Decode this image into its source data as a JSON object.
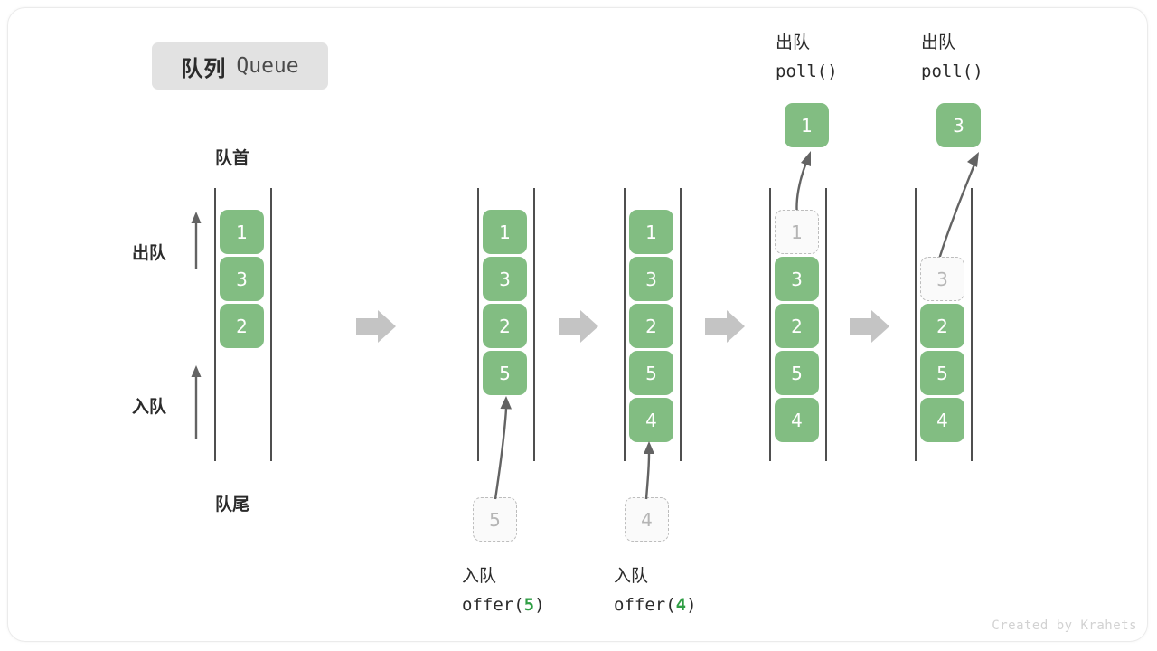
{
  "title": {
    "cn": "队列",
    "en": "Queue"
  },
  "labels": {
    "front": "队首",
    "rear": "队尾",
    "dequeue": "出队",
    "enqueue": "入队"
  },
  "colors": {
    "element_green": "#82bd82",
    "ghost_fill": "#fafafa",
    "ghost_border": "#bdbdbd",
    "rail": "#4f4f4f",
    "step_arrow": "#c4c4c4",
    "motion_arrow": "#636363",
    "badge_bg": "#e2e2e2",
    "code_highlight": "#2f9e44",
    "text": "#2b2b2b"
  },
  "stages": [
    {
      "name": "initial",
      "cells": [
        "1",
        "3",
        "2"
      ],
      "ghost_index": null,
      "operation_cn": null,
      "operation_code": null,
      "operation_arg": null,
      "detached": null
    },
    {
      "name": "after-offer-5",
      "cells": [
        "1",
        "3",
        "2",
        "5"
      ],
      "ghost_index": null,
      "operation_cn": "入队",
      "operation_code_prefix": "offer(",
      "operation_arg": "5",
      "operation_code_suffix": ")",
      "incoming_value": "5",
      "detached": null
    },
    {
      "name": "after-offer-4",
      "cells": [
        "1",
        "3",
        "2",
        "5",
        "4"
      ],
      "ghost_index": null,
      "operation_cn": "入队",
      "operation_code_prefix": "offer(",
      "operation_arg": "4",
      "operation_code_suffix": ")",
      "incoming_value": "4",
      "detached": null
    },
    {
      "name": "poll-1",
      "cells": [
        "1",
        "3",
        "2",
        "5",
        "4"
      ],
      "ghost_index": 0,
      "operation_cn": "出队",
      "operation_code_prefix": "poll(",
      "operation_arg": "",
      "operation_code_suffix": ")",
      "detached": "1"
    },
    {
      "name": "poll-3",
      "cells": [
        "3",
        "2",
        "5",
        "4"
      ],
      "ghost_index": 0,
      "operation_cn": "出队",
      "operation_code_prefix": "poll(",
      "operation_arg": "",
      "operation_code_suffix": ")",
      "detached": "3"
    }
  ],
  "stage0_cells": {
    "c0": "1",
    "c1": "3",
    "c2": "2"
  },
  "stage1_cells": {
    "c0": "1",
    "c1": "3",
    "c2": "2",
    "c3": "5"
  },
  "stage1_incoming": "5",
  "stage1_op_cn": "入队",
  "stage1_code_pre": "offer(",
  "stage1_code_arg": "5",
  "stage1_code_post": ")",
  "stage2_cells": {
    "c0": "1",
    "c1": "3",
    "c2": "2",
    "c3": "5",
    "c4": "4"
  },
  "stage2_incoming": "4",
  "stage2_op_cn": "入队",
  "stage2_code_pre": "offer(",
  "stage2_code_arg": "4",
  "stage2_code_post": ")",
  "stage3_cells": {
    "g0": "1",
    "c1": "3",
    "c2": "2",
    "c3": "5",
    "c4": "4"
  },
  "stage3_detached": "1",
  "stage3_op_cn": "出队",
  "stage3_code": "poll()",
  "stage4_cells": {
    "g0": "3",
    "c1": "2",
    "c2": "5",
    "c3": "4"
  },
  "stage4_detached": "3",
  "stage4_op_cn": "出队",
  "stage4_code": "poll()",
  "credit": "Created by Krahets"
}
